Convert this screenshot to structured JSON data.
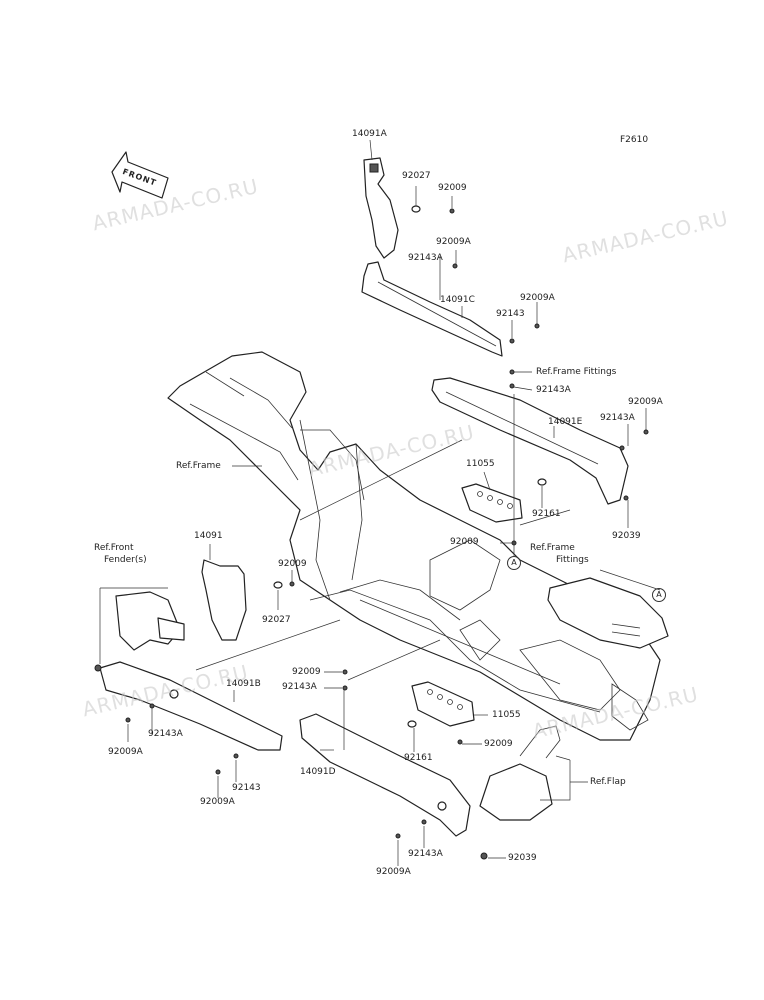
{
  "diagram": {
    "code": "F2610",
    "front_label": "FRONT",
    "watermark": "ARMADA-CO.RU",
    "watermark_color": "#c8c8c8",
    "parts": [
      {
        "id": "p1",
        "text": "14091A"
      },
      {
        "id": "p2",
        "text": "92027"
      },
      {
        "id": "p3",
        "text": "92009"
      },
      {
        "id": "p4",
        "text": "92009A"
      },
      {
        "id": "p5",
        "text": "92143A"
      },
      {
        "id": "p6",
        "text": "14091C"
      },
      {
        "id": "p7",
        "text": "92009A"
      },
      {
        "id": "p8",
        "text": "92143"
      },
      {
        "id": "p9",
        "text": "Ref.Frame Fittings"
      },
      {
        "id": "p10",
        "text": "92143A"
      },
      {
        "id": "p11",
        "text": "14091E"
      },
      {
        "id": "p12",
        "text": "92009A"
      },
      {
        "id": "p13",
        "text": "92143A"
      },
      {
        "id": "p14",
        "text": "Ref.Frame"
      },
      {
        "id": "p15",
        "text": "11055"
      },
      {
        "id": "p16",
        "text": "92161"
      },
      {
        "id": "p17",
        "text": "92039"
      },
      {
        "id": "p18",
        "text": "92009"
      },
      {
        "id": "p19",
        "text": "Ref.Frame"
      },
      {
        "id": "p20",
        "text": "Fittings"
      },
      {
        "id": "p21",
        "text": "Ref.Front"
      },
      {
        "id": "p22",
        "text": "Fender(s)"
      },
      {
        "id": "p23",
        "text": "14091"
      },
      {
        "id": "p24",
        "text": "92009"
      },
      {
        "id": "p25",
        "text": "92027"
      },
      {
        "id": "p26",
        "text": "92009"
      },
      {
        "id": "p27",
        "text": "92143A"
      },
      {
        "id": "p28",
        "text": "14091B"
      },
      {
        "id": "p29",
        "text": "11055"
      },
      {
        "id": "p30",
        "text": "92143A"
      },
      {
        "id": "p31",
        "text": "92009A"
      },
      {
        "id": "p32",
        "text": "92009"
      },
      {
        "id": "p33",
        "text": "92161"
      },
      {
        "id": "p34",
        "text": "14091D"
      },
      {
        "id": "p35",
        "text": "92143"
      },
      {
        "id": "p36",
        "text": "92009A"
      },
      {
        "id": "p37",
        "text": "Ref.Flap"
      },
      {
        "id": "p38",
        "text": "92143A"
      },
      {
        "id": "p39",
        "text": "92039"
      },
      {
        "id": "p40",
        "text": "92009A"
      }
    ],
    "callout_a": "A"
  }
}
